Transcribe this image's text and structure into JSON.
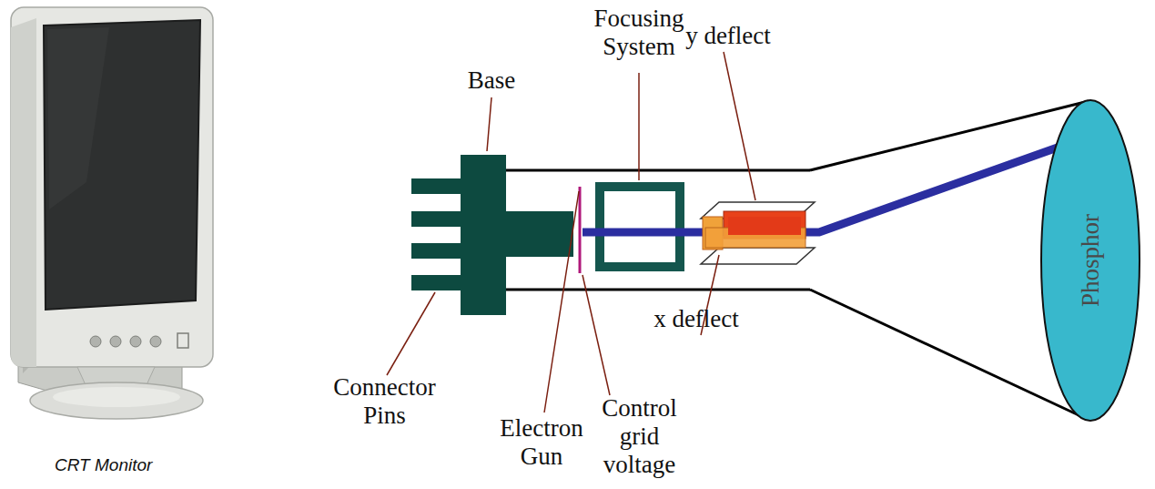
{
  "diagram": {
    "caption": "CRT Monitor",
    "nodes": [
      {
        "text": [
          "Phosphor"
        ]
      }
    ],
    "labels": [
      "Focusing System",
      "Base",
      "y deflect",
      "Connector Pins",
      "Electron Gun",
      "Control grid voltage",
      "x deflect"
    ]
  }
}
